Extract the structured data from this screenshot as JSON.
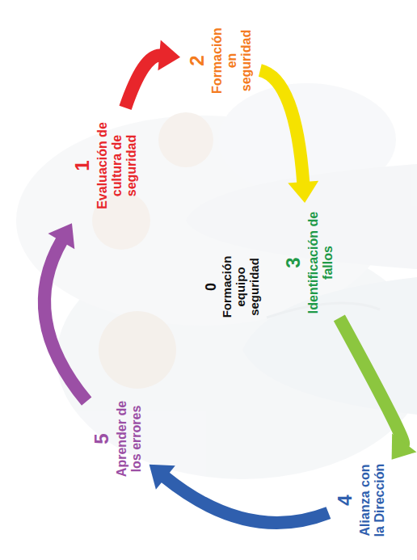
{
  "diagram": {
    "nodes": [
      {
        "text": [
          "0",
          "Formación equipo seguridad"
        ]
      },
      {
        "text": [
          "1",
          "Evaluación de cultura de seguridad"
        ]
      },
      {
        "text": [
          "2",
          "Formación en seguridad"
        ]
      },
      {
        "text": [
          "3",
          "Identificación de fallos"
        ]
      },
      {
        "text": [
          "4",
          "Alianza con la Dirección"
        ]
      },
      {
        "text": [
          "5",
          "Aprender de los errores"
        ]
      }
    ],
    "edges": [
      {
        "from": 1,
        "to": 2,
        "arrow": "to"
      },
      {
        "from": 2,
        "to": 3,
        "arrow": "to"
      },
      {
        "from": 3,
        "to": 4,
        "arrow": "to"
      },
      {
        "from": 4,
        "to": 5,
        "arrow": "to"
      },
      {
        "from": 5,
        "to": 1,
        "arrow": "to"
      }
    ]
  }
}
